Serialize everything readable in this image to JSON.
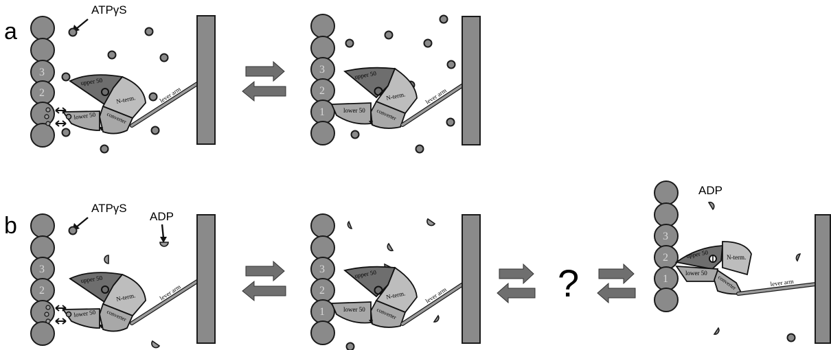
{
  "panels": [
    {
      "label": "a",
      "callouts": [
        {
          "text": "ATPγS"
        }
      ]
    },
    {
      "label": "b",
      "callouts": [
        {
          "text": "ATPγS"
        },
        {
          "text": "ADP"
        },
        {
          "text": "ADP"
        }
      ],
      "question": "?"
    }
  ],
  "domains": {
    "upper": "upper 50",
    "lower": "lower 50",
    "nterm": "N-term.",
    "converter": "converter",
    "lever": "lever arm"
  },
  "actin_numbers": [
    "1",
    "2",
    "3"
  ],
  "colors": {
    "dark": "#6e6e6e",
    "mid": "#a8a8a8",
    "light": "#bdbdbd",
    "bar": "#8a8a8a"
  }
}
